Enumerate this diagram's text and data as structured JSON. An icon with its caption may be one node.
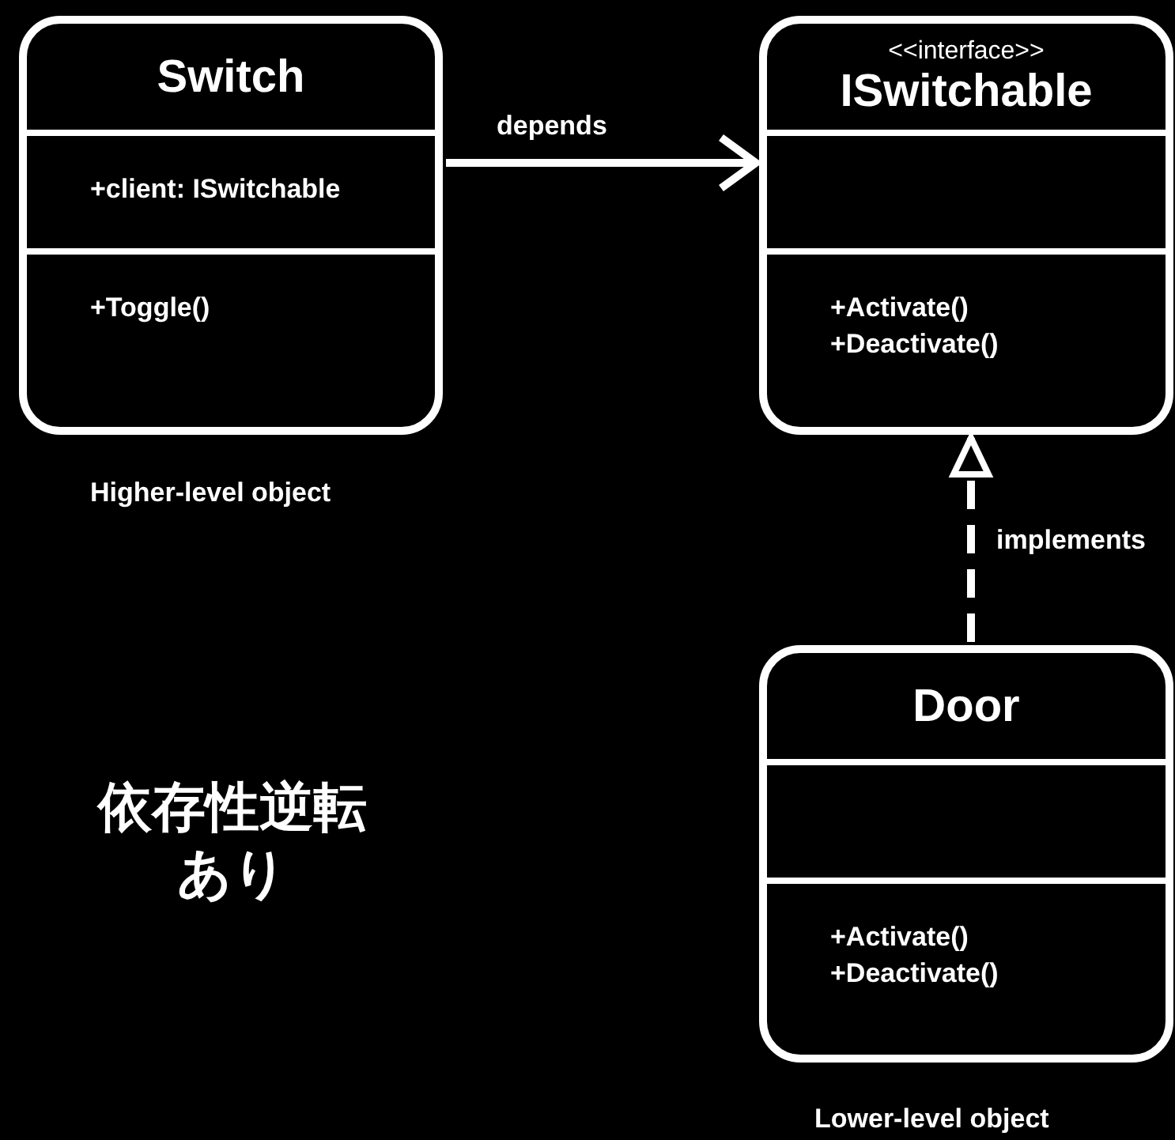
{
  "diagram": {
    "nodes": [
      {
        "text": [
          "Switch",
          "+client: ISwitchable",
          "+Toggle()"
        ],
        "beside": [
          "Higher-level object"
        ]
      },
      {
        "text": [
          "<<interface>>",
          "ISwitchable",
          "+Activate()",
          "+Deactivate()"
        ]
      },
      {
        "text": [
          "Door",
          "+Activate()",
          "+Deactivate()"
        ],
        "beside": [
          "Lower-level object"
        ]
      }
    ],
    "edges": [
      {
        "from": 0,
        "to": 1,
        "arrow": "to",
        "label": "depends"
      },
      {
        "from": 2,
        "to": 1,
        "arrow": "to",
        "label": "implements",
        "style": "dashed"
      }
    ],
    "labels": [
      "依存性逆転あり"
    ]
  }
}
